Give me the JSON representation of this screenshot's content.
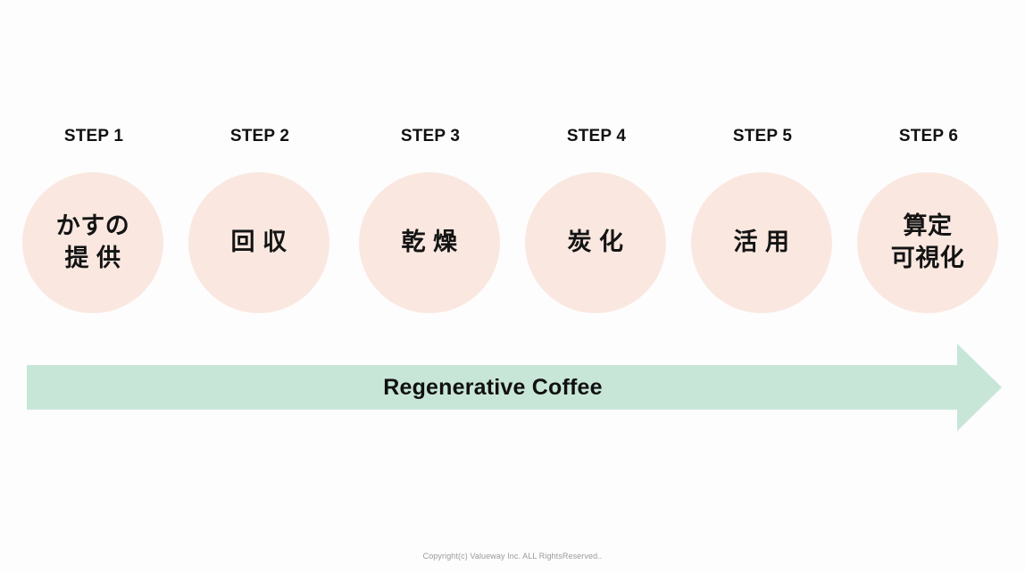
{
  "slide": {
    "background_color": "#fdfdfd",
    "circle_color": "#fae8e0",
    "arrow_color": "#c8e6d8",
    "text_color": "#111111"
  },
  "steps": [
    {
      "label": "STEP 1",
      "text": "かすの\n提 供"
    },
    {
      "label": "STEP 2",
      "text": "回 収"
    },
    {
      "label": "STEP 3",
      "text": "乾 燥"
    },
    {
      "label": "STEP 4",
      "text": "炭 化"
    },
    {
      "label": "STEP 5",
      "text": "活 用"
    },
    {
      "label": "STEP 6",
      "text": "算定\n可視化"
    }
  ],
  "arrow": {
    "label": "Regenerative Coffee",
    "direction": "right"
  },
  "footer": {
    "copyright": "Copyright(c) Valueway Inc. ALL RightsReserved.."
  }
}
